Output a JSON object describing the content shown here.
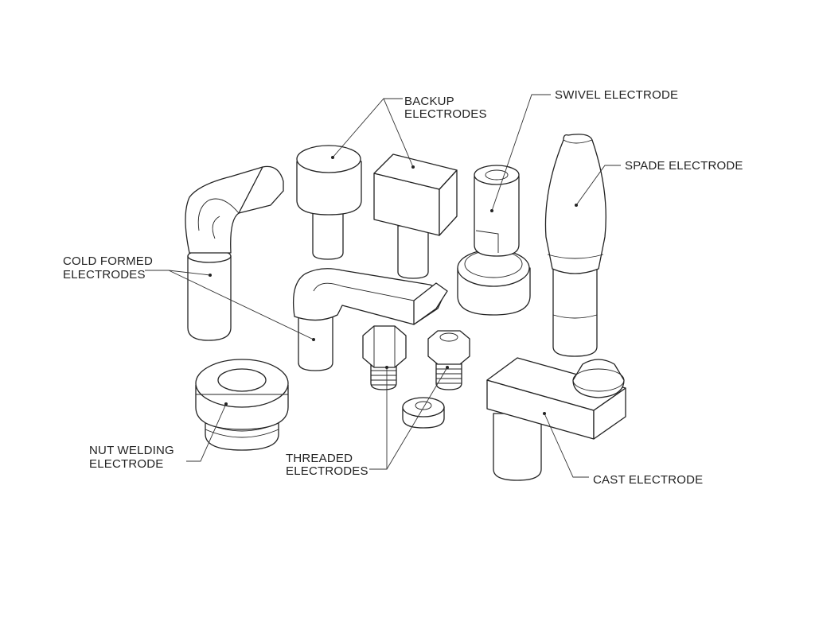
{
  "labels": {
    "backup": [
      "BACKUP",
      "ELECTRODES"
    ],
    "swivel": [
      "SWIVEL ELECTRODE"
    ],
    "spade": [
      "SPADE ELECTRODE"
    ],
    "cold_formed": [
      "COLD FORMED",
      "ELECTRODES"
    ],
    "nut_welding": [
      "NUT WELDING",
      "ELECTRODE"
    ],
    "threaded": [
      "THREADED",
      "ELECTRODES"
    ],
    "cast": [
      "CAST ELECTRODE"
    ]
  }
}
